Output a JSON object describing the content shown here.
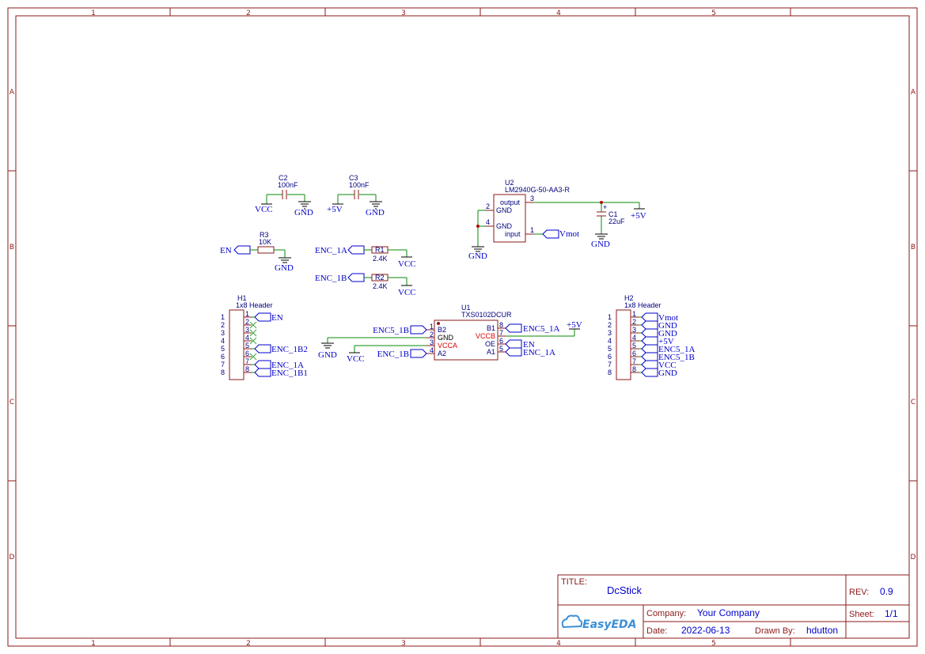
{
  "ruler": {
    "cols": [
      "1",
      "2",
      "3",
      "4",
      "5"
    ],
    "rows": [
      "A",
      "B",
      "C",
      "D"
    ]
  },
  "title_block": {
    "title_label": "TITLE:",
    "title": "DcStick",
    "rev_label": "REV:",
    "rev": "0.9",
    "company_label": "Company:",
    "company": "Your Company",
    "sheet_label": "Sheet:",
    "sheet": "1/1",
    "date_label": "Date:",
    "date": "2022-06-13",
    "drawn_label": "Drawn By:",
    "drawn": "hdutton",
    "logo": "EasyEDA"
  },
  "components": {
    "c2": {
      "ref": "C2",
      "value": "100nF",
      "left_net": "VCC",
      "right_net": "GND"
    },
    "c3": {
      "ref": "C3",
      "value": "100nF",
      "left_net": "+5V",
      "right_net": "GND"
    },
    "r3": {
      "ref": "R3",
      "value": "10K",
      "net_in": "EN",
      "net_out": "GND"
    },
    "r1": {
      "ref": "R1",
      "value": "2.4K",
      "net_in": "ENC_1A",
      "net_out": "VCC"
    },
    "r2": {
      "ref": "R2",
      "value": "2.4K",
      "net_in": "ENC_1B",
      "net_out": "VCC"
    },
    "u2": {
      "ref": "U2",
      "value": "LM2940G-50-AA3-R",
      "pins": [
        {
          "num": "2",
          "name": "GND"
        },
        {
          "num": "4",
          "name": "GND"
        },
        {
          "num": "3",
          "name": "output"
        },
        {
          "num": "1",
          "name": "input"
        }
      ],
      "gnd_net": "GND",
      "out_net": "+5V",
      "in_net": "Vmot"
    },
    "c1": {
      "ref": "C1",
      "value": "22uF",
      "gnd_net": "GND",
      "plus": "+"
    },
    "u1": {
      "ref": "U1",
      "value": "TXS0102DCUR",
      "left_pins": [
        {
          "num": "1",
          "name": "B2",
          "net": "ENC5_1B"
        },
        {
          "num": "2",
          "name": "GND",
          "net": "GND"
        },
        {
          "num": "3",
          "name": "VCCA",
          "net": "VCC"
        },
        {
          "num": "4",
          "name": "A2",
          "net": "ENC_1B"
        }
      ],
      "right_pins": [
        {
          "num": "8",
          "name": "B1",
          "net": "ENC5_1A"
        },
        {
          "num": "7",
          "name": "VCCB",
          "net": "+5V"
        },
        {
          "num": "6",
          "name": "OE",
          "net": "EN"
        },
        {
          "num": "5",
          "name": "A1",
          "net": "ENC_1A"
        }
      ]
    },
    "h1": {
      "ref": "H1",
      "value": "1x8 Header",
      "pins": [
        "1",
        "2",
        "3",
        "4",
        "5",
        "6",
        "7",
        "8"
      ],
      "nets": [
        "EN",
        "",
        "",
        "",
        "ENC_1B2",
        "",
        "ENC_1A",
        "ENC_1B1"
      ]
    },
    "h2": {
      "ref": "H2",
      "value": "1x8 Header",
      "pins": [
        "1",
        "2",
        "3",
        "4",
        "5",
        "6",
        "7",
        "8"
      ],
      "nets": [
        "Vmot",
        "GND",
        "GND",
        "+5V",
        "ENC5_1A",
        "ENC5_1B",
        "VCC",
        "GND"
      ]
    }
  }
}
